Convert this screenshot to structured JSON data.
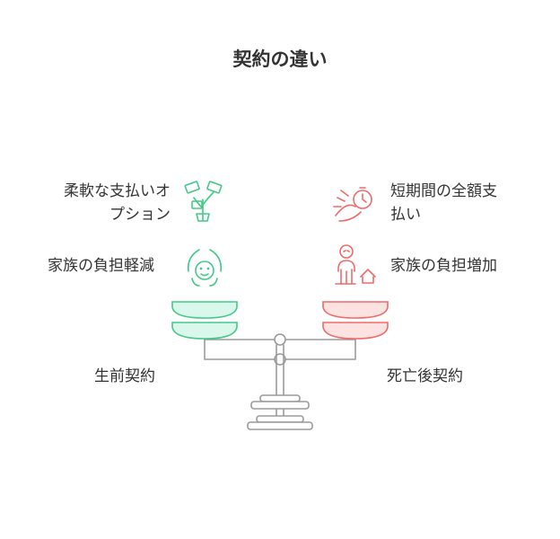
{
  "title": "契約の違い",
  "left": {
    "heading": "生前契約",
    "items": [
      {
        "line1": "柔軟な支払いオ",
        "line2": "プション",
        "icon": "money-plant-icon"
      },
      {
        "line1": "家族の負担軽減",
        "icon": "caring-hands-icon"
      }
    ],
    "color": "#43c98a",
    "fill": "#d9f7ea"
  },
  "right": {
    "heading": "死亡後契約",
    "items": [
      {
        "line1": "短期間の全額支",
        "line2": "払い",
        "icon": "hand-stopwatch-icon"
      },
      {
        "line1": "家族の負担増加",
        "icon": "burdened-person-icon"
      }
    ],
    "color": "#ef6a6a",
    "fill": "#fde2e2"
  },
  "scale_color": "#9a9a9a"
}
